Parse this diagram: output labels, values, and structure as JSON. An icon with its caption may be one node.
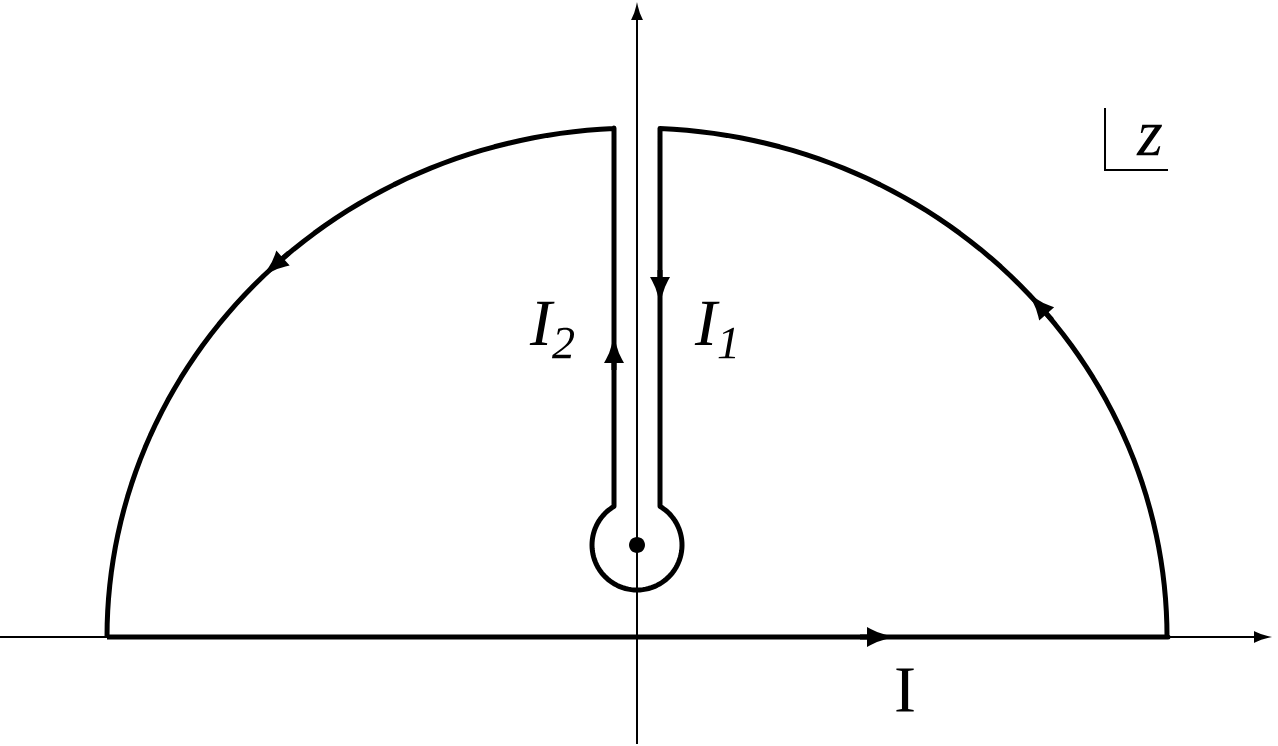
{
  "diagram": {
    "labels": [
      "z",
      "I$_{2}$",
      "I$_{1}$",
      "I"
    ]
  }
}
